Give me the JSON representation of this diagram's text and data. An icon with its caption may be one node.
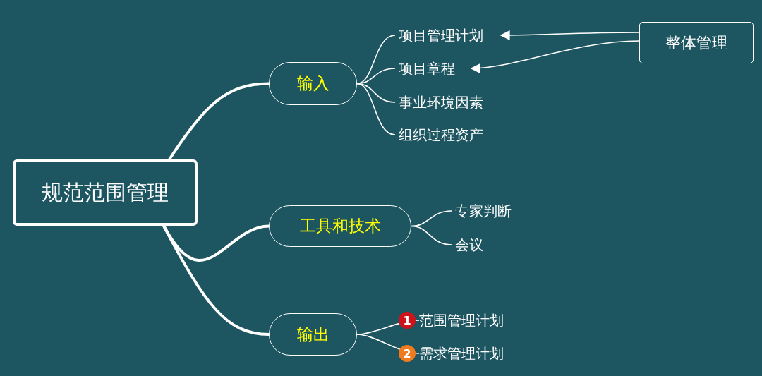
{
  "diagram": {
    "nodes": [
      {
        "text": [
          "规范范围管理"
        ]
      },
      {
        "text": [
          "输入"
        ]
      },
      {
        "text": [
          "项目管理计划"
        ]
      },
      {
        "text": [
          "项目章程"
        ]
      },
      {
        "text": [
          "事业环境因素"
        ]
      },
      {
        "text": [
          "组织过程资产"
        ]
      },
      {
        "text": [
          "工具和技术"
        ]
      },
      {
        "text": [
          "专家判断"
        ]
      },
      {
        "text": [
          "会议"
        ]
      },
      {
        "text": [
          "输出"
        ]
      },
      {
        "text": [
          "范围管理计划"
        ],
        "beside": [
          "1"
        ]
      },
      {
        "text": [
          "需求管理计划"
        ],
        "beside": [
          "2"
        ]
      },
      {
        "text": [
          "整体管理"
        ]
      }
    ],
    "edges": [
      {
        "from": 0,
        "to": 1,
        "arrow": "none",
        "style": "thick"
      },
      {
        "from": 0,
        "to": 6,
        "arrow": "none",
        "style": "thick"
      },
      {
        "from": 0,
        "to": 9,
        "arrow": "none",
        "style": "thick"
      },
      {
        "from": 1,
        "to": 2,
        "arrow": "none"
      },
      {
        "from": 1,
        "to": 3,
        "arrow": "none"
      },
      {
        "from": 1,
        "to": 4,
        "arrow": "none"
      },
      {
        "from": 1,
        "to": 5,
        "arrow": "none"
      },
      {
        "from": 6,
        "to": 7,
        "arrow": "none"
      },
      {
        "from": 6,
        "to": 8,
        "arrow": "none"
      },
      {
        "from": 9,
        "to": 10,
        "arrow": "none"
      },
      {
        "from": 9,
        "to": 11,
        "arrow": "none"
      },
      {
        "from": 12,
        "to": 2,
        "arrow": "to"
      },
      {
        "from": 12,
        "to": 3,
        "arrow": "to"
      }
    ]
  }
}
